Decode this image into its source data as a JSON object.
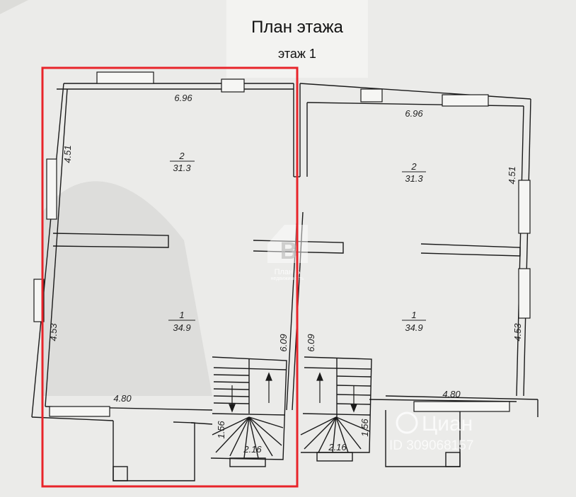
{
  "title": "План этажа",
  "subtitle": "этаж 1",
  "rooms": [
    {
      "number": "2",
      "area": "31.3"
    },
    {
      "number": "1",
      "area": "34.9"
    },
    {
      "number": "2",
      "area": "31.3"
    },
    {
      "number": "1",
      "area": "34.9"
    }
  ],
  "dimensions": {
    "left_top_width": "6.96",
    "left_top_height": "4.51",
    "left_bottom_height": "4.53",
    "left_bottom_width": "4.80",
    "left_inner_height": "6.09",
    "left_stair_height": "1.56",
    "left_stair_width": "2.16",
    "right_top_width": "6.96",
    "right_top_height": "4.51",
    "right_bottom_height": "4.53",
    "right_bottom_width": "4.80",
    "right_inner_height": "6.09",
    "right_stair_height": "1.56",
    "right_stair_width": "2.16"
  },
  "watermark": {
    "brand": "План Б",
    "tagline": "недвижимость",
    "cian": "Циан",
    "cian_id": "ID 309068157"
  },
  "colors": {
    "highlight": "#e8242a",
    "paper": "#eeeeec",
    "line": "#1a1a1a"
  }
}
